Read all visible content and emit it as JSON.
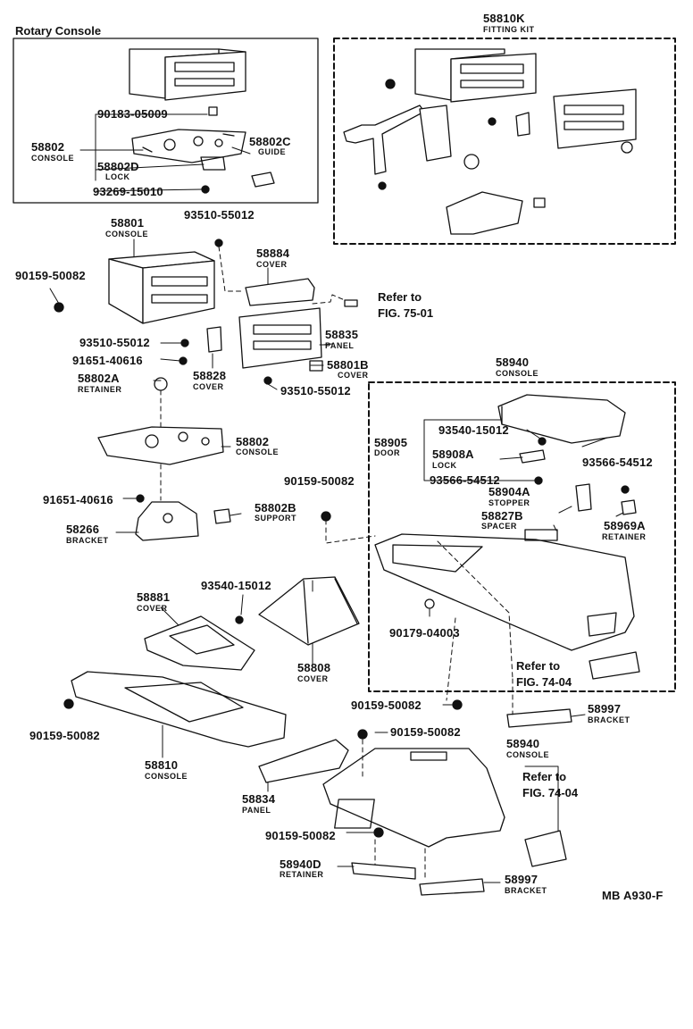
{
  "diagram": {
    "section_title": "Rotary Console",
    "drawing_code": "MB A930-F",
    "fitting_kit": {
      "number": "58810K",
      "name": "FITTING KIT"
    },
    "labels": {
      "l_90183": "90183-05009",
      "l_58802_top": "58802",
      "l_58802_top_n": "CONSOLE",
      "l_58802c": "58802C",
      "l_58802c_n": "GUIDE",
      "l_58802d": "58802D",
      "l_58802d_n": "LOCK",
      "l_93269": "93269-15010",
      "l_58801": "58801",
      "l_58801_n": "CONSOLE",
      "l_93510_a": "93510-55012",
      "l_58884": "58884",
      "l_58884_n": "COVER",
      "l_90159_a": "90159-50082",
      "l_refer_75": "Refer to",
      "l_refer_75b": "FIG. 75-01",
      "l_58835": "58835",
      "l_58835_n": "PANEL",
      "l_93510_b": "93510-55012",
      "l_91651_a": "91651-40616",
      "l_58801b": "58801B",
      "l_58801b_n": "COVER",
      "l_58802a": "58802A",
      "l_58802a_n": "RETAINER",
      "l_58828": "58828",
      "l_58828_n": "COVER",
      "l_93510_c": "93510-55012",
      "l_58940_top": "58940",
      "l_58940_top_n": "CONSOLE",
      "l_58802_mid": "58802",
      "l_58802_mid_n": "CONSOLE",
      "l_93540_a": "93540-15012",
      "l_58905": "58905",
      "l_58905_n": "DOOR",
      "l_58908a": "58908A",
      "l_58908a_n": "LOCK",
      "l_93566_a": "93566-54512",
      "l_93566_b": "93566-54512",
      "l_90159_b": "90159-50082",
      "l_91651_b": "91651-40616",
      "l_58802b": "58802B",
      "l_58802b_n": "SUPPORT",
      "l_58904a": "58904A",
      "l_58904a_n": "STOPPER",
      "l_58827b": "58827B",
      "l_58827b_n": "SPACER",
      "l_58969a": "58969A",
      "l_58969a_n": "RETAINER",
      "l_58266": "58266",
      "l_58266_n": "BRACKET",
      "l_93540_b": "93540-15012",
      "l_58881": "58881",
      "l_58881_n": "COVER",
      "l_90179": "90179-04003",
      "l_58808": "58808",
      "l_58808_n": "COVER",
      "l_refer_74a": "Refer to",
      "l_refer_74ab": "FIG. 74-04",
      "l_90159_c": "90159-50082",
      "l_58997_a": "58997",
      "l_58997_a_n": "BRACKET",
      "l_90159_d": "90159-50082",
      "l_90159_e": "90159-50082",
      "l_58810": "58810",
      "l_58810_n": "CONSOLE",
      "l_58940_bot": "58940",
      "l_58940_bot_n": "CONSOLE",
      "l_refer_74b": "Refer to",
      "l_refer_74bb": "FIG. 74-04",
      "l_58834": "58834",
      "l_58834_n": "PANEL",
      "l_90159_f": "90159-50082",
      "l_58940d": "58940D",
      "l_58940d_n": "RETAINER",
      "l_58997_b": "58997",
      "l_58997_b_n": "BRACKET"
    }
  }
}
